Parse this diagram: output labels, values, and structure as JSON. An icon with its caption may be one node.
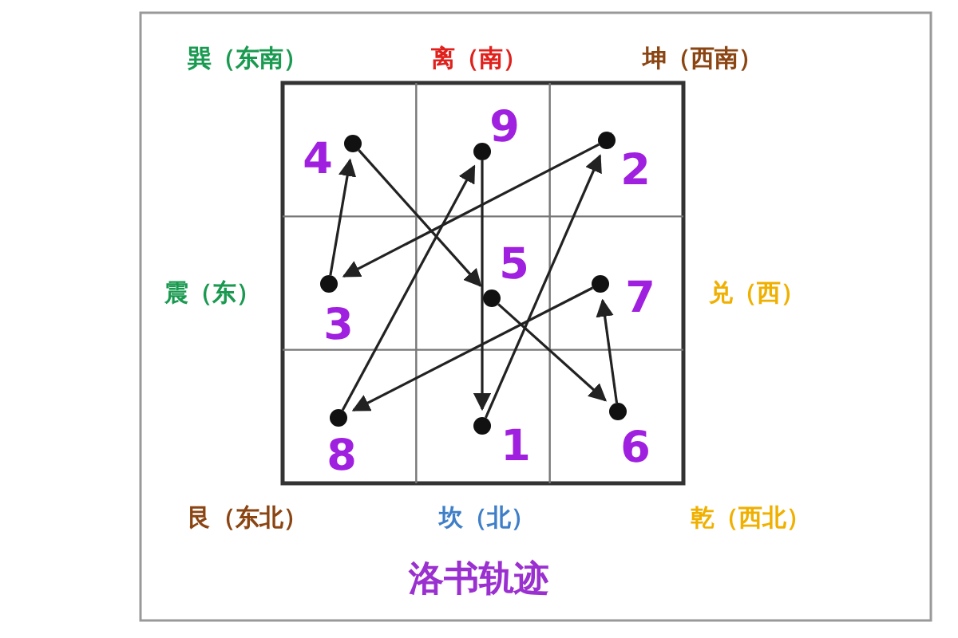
{
  "diagram": {
    "title": "洛书轨迹",
    "nodes": [
      {
        "text": [],
        "shape": "circle",
        "beside": [
          "4"
        ]
      },
      {
        "text": [],
        "shape": "circle",
        "beside": [
          "9"
        ]
      },
      {
        "text": [],
        "shape": "circle",
        "beside": [
          "2"
        ]
      },
      {
        "text": [],
        "shape": "circle",
        "beside": [
          "3"
        ]
      },
      {
        "text": [],
        "shape": "circle",
        "beside": [
          "5"
        ]
      },
      {
        "text": [],
        "shape": "circle",
        "beside": [
          "7"
        ]
      },
      {
        "text": [],
        "shape": "circle",
        "beside": [
          "8"
        ]
      },
      {
        "text": [],
        "shape": "circle",
        "beside": [
          "1"
        ]
      },
      {
        "text": [],
        "shape": "circle",
        "beside": [
          "6"
        ]
      }
    ],
    "edges": [
      {
        "from": 7,
        "to": 2,
        "arrow": "to"
      },
      {
        "from": 2,
        "to": 3,
        "arrow": "to"
      },
      {
        "from": 3,
        "to": 0,
        "arrow": "to"
      },
      {
        "from": 0,
        "to": 4,
        "arrow": "to"
      },
      {
        "from": 4,
        "to": 8,
        "arrow": "to"
      },
      {
        "from": 8,
        "to": 5,
        "arrow": "to"
      },
      {
        "from": 5,
        "to": 6,
        "arrow": "to"
      },
      {
        "from": 6,
        "to": 1,
        "arrow": "to"
      },
      {
        "from": 1,
        "to": 7,
        "arrow": "to"
      }
    ],
    "labels": [
      "巽（东南）",
      "离（南）",
      "坤（西南）",
      "震（东）",
      "兑（西）",
      "艮（东北）",
      "坎（北）",
      "乾（西北）"
    ]
  }
}
